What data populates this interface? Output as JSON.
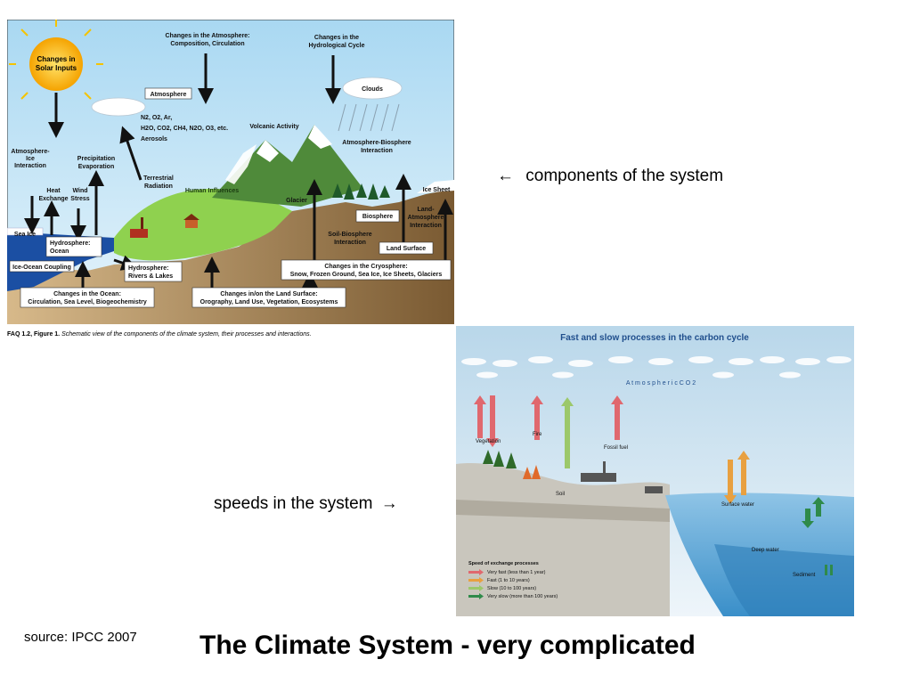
{
  "slide": {
    "title": "The Climate System - very complicated",
    "source": "source:  IPCC 2007",
    "components_caption": "components of the system",
    "speeds_caption": "speeds in the system",
    "arrow_left_glyph": "←",
    "arrow_right_glyph": "→"
  },
  "climate_figure": {
    "solar": [
      "Changes in",
      "Solar Inputs"
    ],
    "atm_changes": [
      "Changes in the Atmosphere:",
      "Composition, Circulation"
    ],
    "hydro_changes": [
      "Changes in the",
      "Hydrological Cycle"
    ],
    "atmosphere": "Atmosphere",
    "clouds": "Clouds",
    "gases": [
      "N2, O2, Ar,",
      "H2O, CO2, CH4, N2O, O3, etc.",
      "Aerosols"
    ],
    "volcanic": "Volcanic Activity",
    "atm_bio": [
      "Atmosphere-Biosphere",
      "Interaction"
    ],
    "atm_ice": [
      "Atmosphere-",
      "Ice",
      "Interaction"
    ],
    "precip": [
      "Precipitation",
      "Evaporation"
    ],
    "terrestrial": [
      "Terrestrial",
      "Radiation"
    ],
    "heat": [
      "Heat",
      "Exchange"
    ],
    "wind": [
      "Wind",
      "Stress"
    ],
    "human": "Human Influences",
    "glacier": "Glacier",
    "ice_sheet": "Ice Sheet",
    "biosphere": "Biosphere",
    "land_atm": [
      "Land-",
      "Atmosphere",
      "Interaction"
    ],
    "sea_ice": "Sea Ice",
    "hydro_ocean": [
      "Hydrosphere:",
      "Ocean"
    ],
    "soil_bio": [
      "Soil-Biosphere",
      "Interaction"
    ],
    "land_surface": "Land Surface",
    "ice_ocean": "Ice-Ocean Coupling",
    "hydro_rivers": [
      "Hydrosphere:",
      "Rivers & Lakes"
    ],
    "cryo": [
      "Changes in the Cryosphere:",
      "Snow, Frozen Ground, Sea Ice, Ice Sheets, Glaciers"
    ],
    "ocean_changes": [
      "Changes in the Ocean:",
      "Circulation, Sea Level, Biogeochemistry"
    ],
    "land_changes": [
      "Changes in/on the Land Surface:",
      "Orography, Land Use, Vegetation, Ecosystems"
    ],
    "faq_bold": "FAQ 1.2, Figure 1.",
    "faq_italic": "Schematic view of the components of the climate system, their processes and interactions."
  },
  "carbon_figure": {
    "title": "Fast and slow processes in the carbon cycle",
    "atmospheric": "A t m o s p h e r i c   C O 2",
    "vegetation": "Vegetation",
    "fire": "Fire",
    "fossil": "Fossil fuel",
    "soil": "Soil",
    "surface_water": "Surface water",
    "deep_water": "Deep water",
    "sediment": "Sediment",
    "legend_title": "Speed of exchange processes",
    "legend": [
      {
        "label": "Very fast (less than 1 year)",
        "color": "#e0686e"
      },
      {
        "label": "Fast (1 to 10 years)",
        "color": "#e8a040"
      },
      {
        "label": "Slow (10 to 100 years)",
        "color": "#9cc86a"
      },
      {
        "label": "Very slow (more than 100 years)",
        "color": "#2f8a4a"
      }
    ]
  },
  "colors": {
    "sky": "#cfe7f5",
    "land_green": "#8fd14f",
    "land_brown": "#9a7b4f",
    "ocean": "#1b4fa3",
    "carbon_title": "#1f4e8c"
  }
}
